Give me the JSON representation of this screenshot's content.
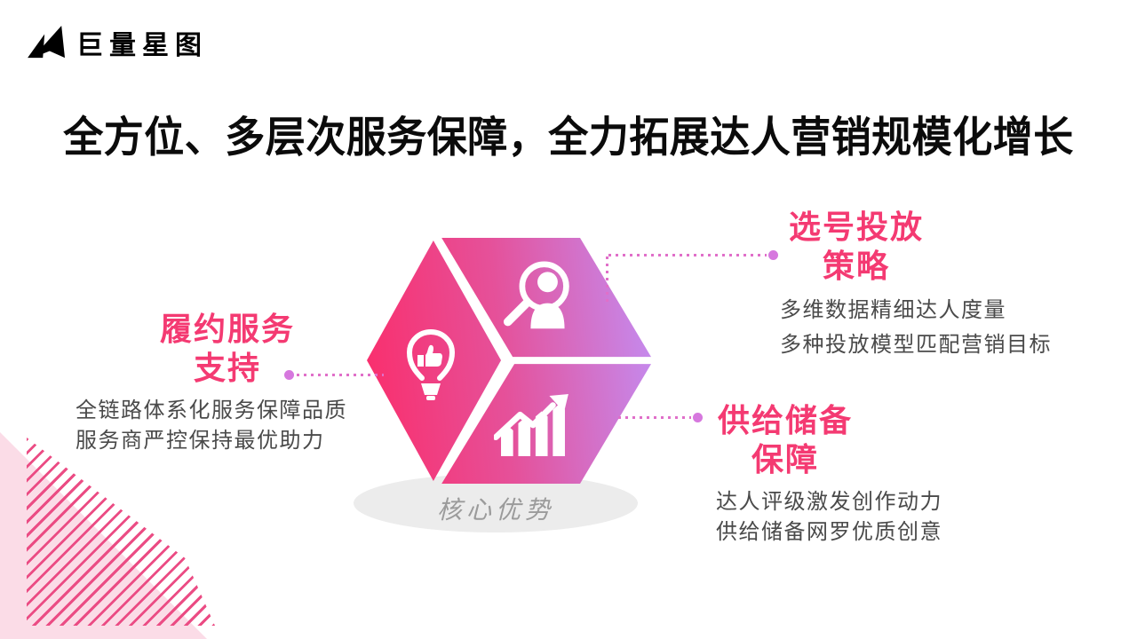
{
  "logo": {
    "text": "巨量星图"
  },
  "title": "全方位、多层次服务保障，全力拓展达人营销规模化增长",
  "center_label": "核心优势",
  "features": [
    {
      "id": "fulfillment-service",
      "title_line1": "履约服务",
      "title_line2": "支持",
      "desc_line1": "全链路体系化服务保障品质",
      "desc_line2": "服务商严控保持最优助力",
      "icon": "lightbulb-thumbsup-icon"
    },
    {
      "id": "talent-selection",
      "title_line1": "选号投放",
      "title_line2": "策略",
      "desc_line1": "多维数据精细达人度量",
      "desc_line2": "多种投放模型匹配营销目标",
      "icon": "magnifier-person-icon"
    },
    {
      "id": "supply-reserve",
      "title_line1": "供给储备",
      "title_line2": "保障",
      "desc_line1": "达人评级激发创作动力",
      "desc_line2": "供给储备网罗优质创意",
      "icon": "bar-chart-arrow-icon"
    }
  ],
  "colors": {
    "accent_pink": "#F43A72",
    "cube_gradient_start": "#FA2E6C",
    "cube_gradient_mid": "#E5519A",
    "cube_gradient_end": "#C48BEF",
    "connector_dot": "#D678DE",
    "connector_line": "#E06FC9",
    "stripe_pink": "#EB4C84",
    "corner_triangle_pink": "#FBDCE7",
    "ellipse_gray": "#ECECEC",
    "center_label_gray": "#9B9B9B",
    "desc_gray": "#4A4A4A"
  }
}
